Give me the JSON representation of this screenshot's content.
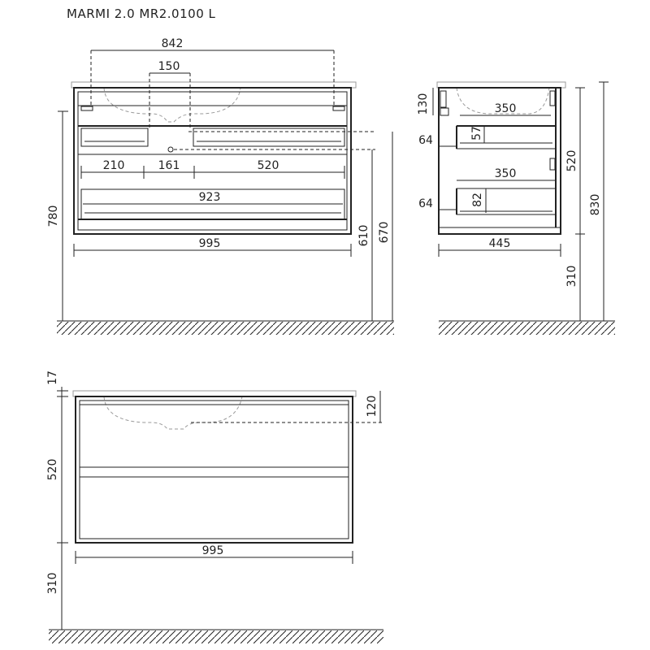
{
  "title": "MARMI 2.0 MR2.0100 L",
  "front_view": {
    "top_span": "842",
    "drain_offset": "150",
    "gap_left": "210",
    "gap_mid": "161",
    "gap_right": "520",
    "inner_width": "923",
    "total_width": "995",
    "total_height": "780",
    "drain_height": "610",
    "pipe_height": "670"
  },
  "side_view": {
    "top_depth": "130",
    "top_inner_depth": "350",
    "upper_drawer_gap": "64",
    "upper_drawer_height": "57",
    "lower_drawer_depth": "350",
    "lower_drawer_gap": "64",
    "lower_drawer_height": "82",
    "total_depth": "445",
    "cabinet_height": "520",
    "overall_height": "830",
    "floor_clearance": "310"
  },
  "back_view": {
    "top_thickness": "17",
    "pipe_offset": "120",
    "cabinet_height": "520",
    "total_width": "995",
    "floor_clearance": "310"
  }
}
